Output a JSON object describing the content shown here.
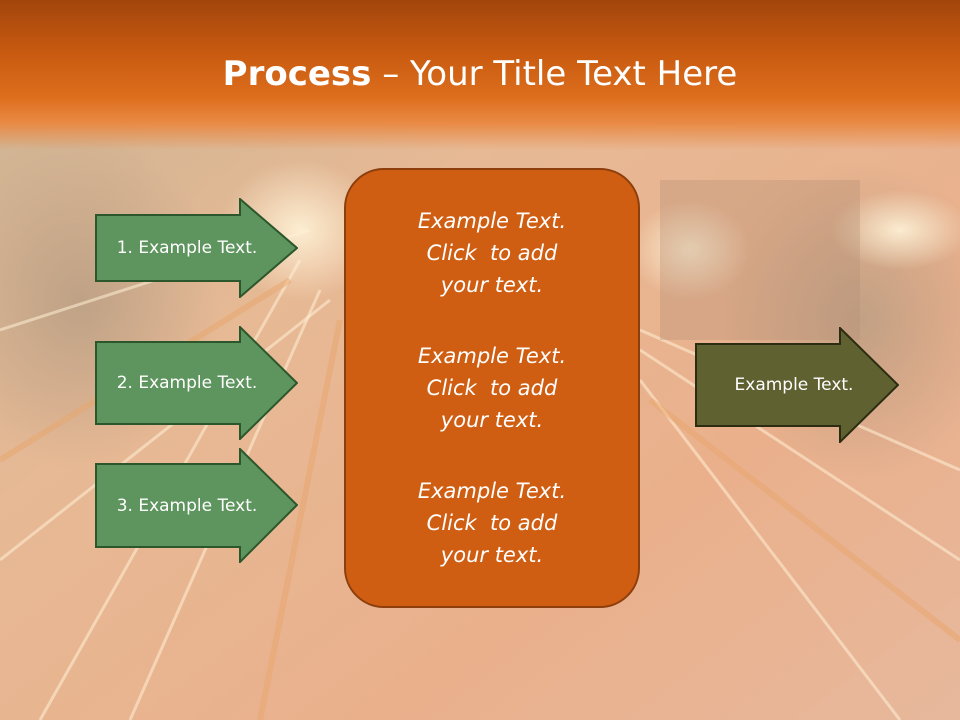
{
  "title": {
    "bold": "Process",
    "dash": " – ",
    "rest": "Your Title Text Here"
  },
  "left_arrows": [
    {
      "label": "1. Example Text."
    },
    {
      "label": "2. Example Text."
    },
    {
      "label": "3. Example Text."
    }
  ],
  "center_box": {
    "paragraphs": [
      {
        "lines": [
          "Example Text.",
          "Click  to add",
          "your text."
        ]
      },
      {
        "lines": [
          "Example Text.",
          "Click  to add",
          "your text."
        ]
      },
      {
        "lines": [
          "Example Text.",
          "Click  to add",
          "your text."
        ]
      }
    ]
  },
  "right_arrow": {
    "label": "Example Text."
  },
  "colors": {
    "title_bar": "#c85a10",
    "left_arrow_fill": "#5e945e",
    "left_arrow_stroke": "#2c562c",
    "center_fill": "#d05e12",
    "center_stroke": "#8c3e0c",
    "right_arrow_fill": "#5f6131",
    "right_arrow_stroke": "#2c2c12"
  }
}
